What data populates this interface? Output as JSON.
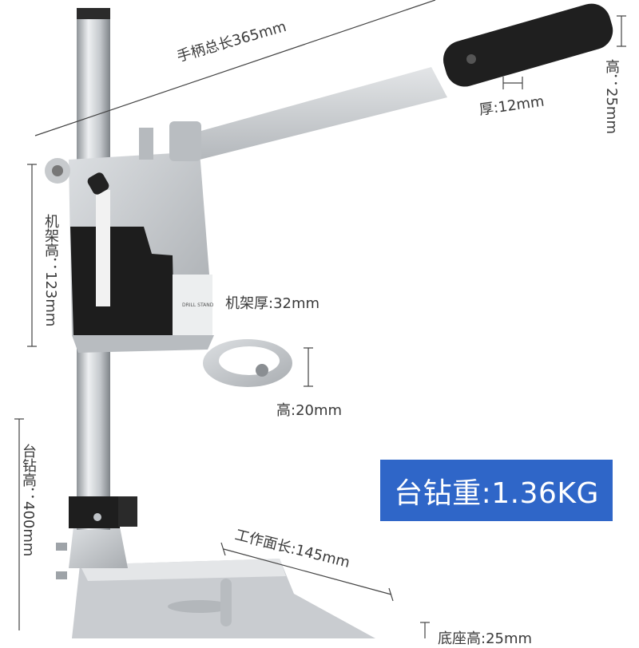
{
  "labels": {
    "handle_length": "手柄总长365mm",
    "handle_height": "高：25mm",
    "handle_thickness": "厚:12mm",
    "frame_height": "机架高：123mm",
    "frame_thickness": "机架厚:32mm",
    "clamp_height": "高:20mm",
    "drill_height": "台钻高：400mm",
    "table_length": "工作面长:145mm",
    "base_height": "底座高:25mm"
  },
  "badge": {
    "weight": "台钻重:1.36KG",
    "color": "#2f66c8"
  },
  "product_marks": {
    "plate_text": "DRILL STAND"
  }
}
